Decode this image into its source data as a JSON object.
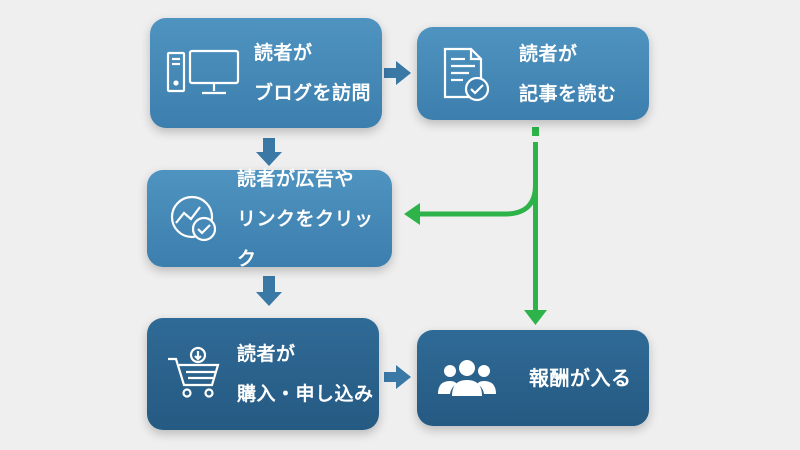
{
  "nodes": {
    "visit": {
      "lines": [
        "読者が",
        "ブログを訪問"
      ],
      "icon": "desktop-computer-icon"
    },
    "read": {
      "lines": [
        "読者が",
        "記事を読む"
      ],
      "icon": "document-icon"
    },
    "click": {
      "lines": [
        "読者が広告や",
        "リンクをクリック"
      ],
      "icon": "analytics-check-icon"
    },
    "buy": {
      "lines": [
        "読者が",
        "購入・申し込み"
      ],
      "icon": "shopping-cart-icon"
    },
    "reward": {
      "lines": [
        "報酬が入る"
      ],
      "icon": "users-group-icon"
    }
  },
  "edges": [
    {
      "from": "visit",
      "to": "read",
      "color": "#3a78a6"
    },
    {
      "from": "visit",
      "to": "click",
      "color": "#3a78a6"
    },
    {
      "from": "click",
      "to": "buy",
      "color": "#3a78a6"
    },
    {
      "from": "buy",
      "to": "reward",
      "color": "#3a78a6"
    },
    {
      "from": "read",
      "to": "click",
      "color": "#2db34a"
    },
    {
      "from": "read",
      "to": "reward",
      "color": "#2db34a"
    }
  ],
  "colors": {
    "background": "#efefef",
    "box_light": "#4689b8",
    "box_dark": "#2a6590",
    "arrow_blue": "#3a78a6",
    "arrow_green": "#2db34a"
  }
}
